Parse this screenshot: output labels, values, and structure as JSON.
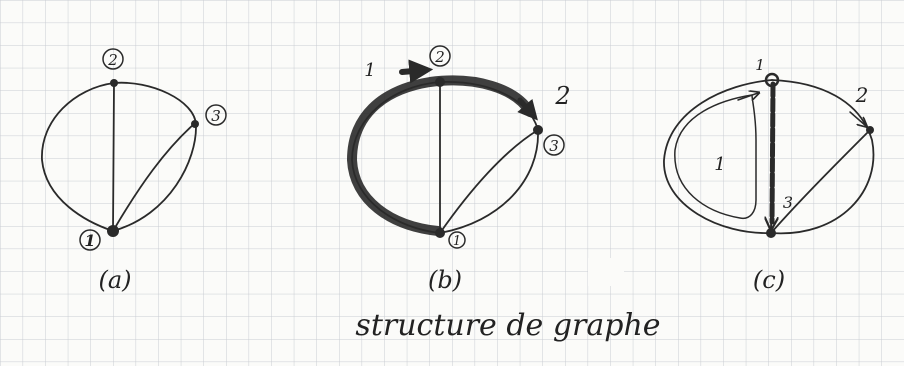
{
  "figure": {
    "panels": [
      {
        "id": "a",
        "caption": "(a)",
        "node_labels": [
          "2",
          "3",
          "1"
        ]
      },
      {
        "id": "b",
        "caption": "(b)",
        "node_labels": [
          "2",
          "3",
          "1"
        ],
        "arrow_labels": [
          "1",
          "2"
        ]
      },
      {
        "id": "c",
        "caption": "(c)",
        "node_labels": [
          "1",
          "2"
        ],
        "region_labels": [
          "1",
          "3"
        ]
      }
    ],
    "title": "structure de graphe"
  },
  "colors": {
    "paper": "#fbfbf9",
    "grid": "#c9ccd2",
    "ink": "#2a2a2a"
  }
}
